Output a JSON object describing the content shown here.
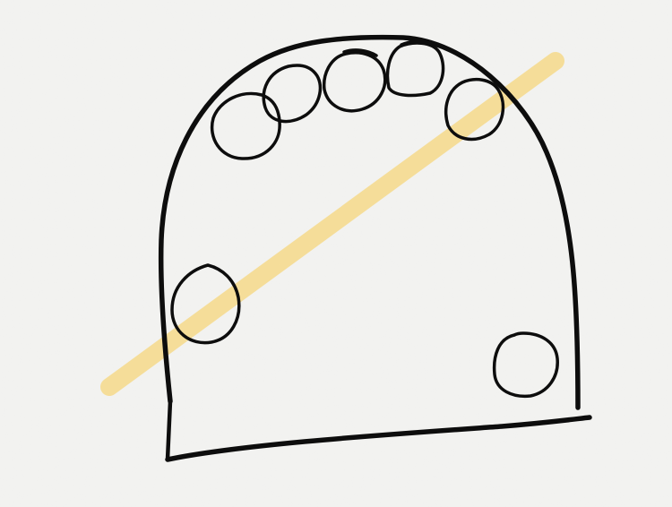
{
  "drawing": {
    "paper_color": "#f3f3f1",
    "ink_color": "#0d0d0d",
    "highlighter_color": "#f6d98a",
    "shapes": [
      {
        "name": "dome-outline",
        "kind": "outline"
      },
      {
        "name": "circle-1",
        "kind": "circle"
      },
      {
        "name": "circle-2",
        "kind": "circle"
      },
      {
        "name": "circle-3",
        "kind": "circle"
      },
      {
        "name": "circle-4",
        "kind": "circle"
      },
      {
        "name": "circle-5",
        "kind": "circle"
      },
      {
        "name": "circle-6",
        "kind": "circle"
      },
      {
        "name": "circle-7",
        "kind": "circle"
      },
      {
        "name": "highlighter-stroke",
        "kind": "line"
      }
    ]
  }
}
